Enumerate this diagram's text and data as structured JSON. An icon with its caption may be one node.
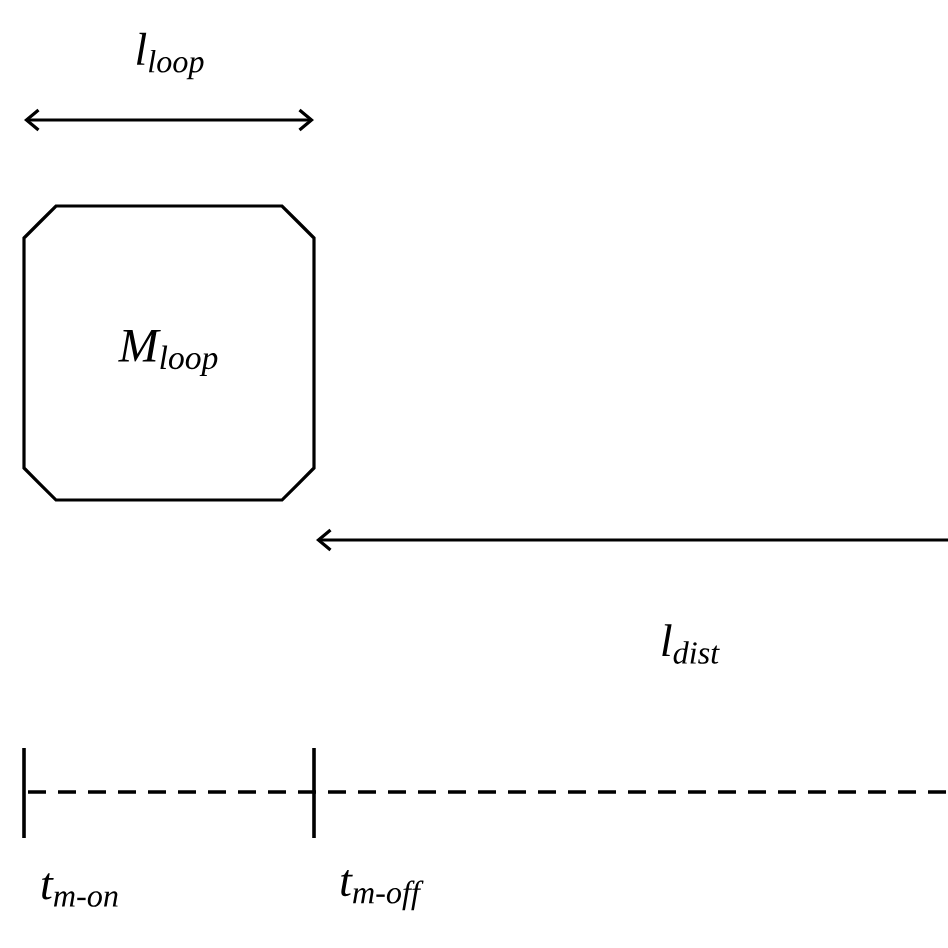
{
  "diagram": {
    "nodes": [
      {
        "text": [
          "M$_{loop}$"
        ]
      }
    ],
    "labels": [
      "l$_{loop}$",
      "l$_{dist}$",
      "t$_{m-on}$",
      "t$_{m-off}$"
    ]
  }
}
